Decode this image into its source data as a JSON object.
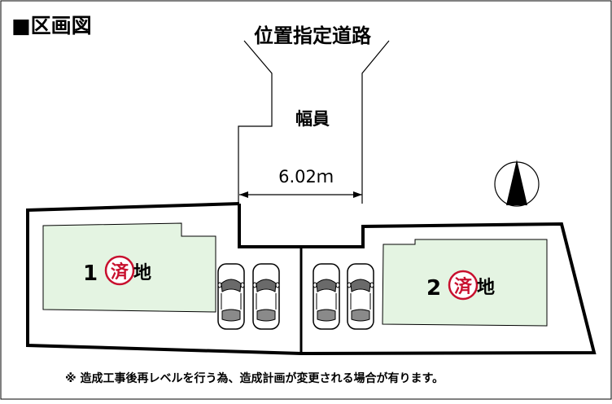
{
  "header": {
    "title": "■区画図"
  },
  "road": {
    "name": "位置指定道路",
    "width_label": "幅員",
    "width_value": "6.02ｍ"
  },
  "lots": [
    {
      "number": "1",
      "stamp": "済",
      "suffix": "地"
    },
    {
      "number": "2",
      "stamp": "済",
      "suffix": "地"
    }
  ],
  "note": "※ 造成工事後再レベルを行う為、造成計画が変更される場合が有ります。",
  "compass": {
    "icon": "north-arrow-icon"
  },
  "colors": {
    "building_fill": "#e4f4e2",
    "stamp_red": "#c8102e",
    "stamp_fill": "#ffffff",
    "line": "#000000"
  }
}
